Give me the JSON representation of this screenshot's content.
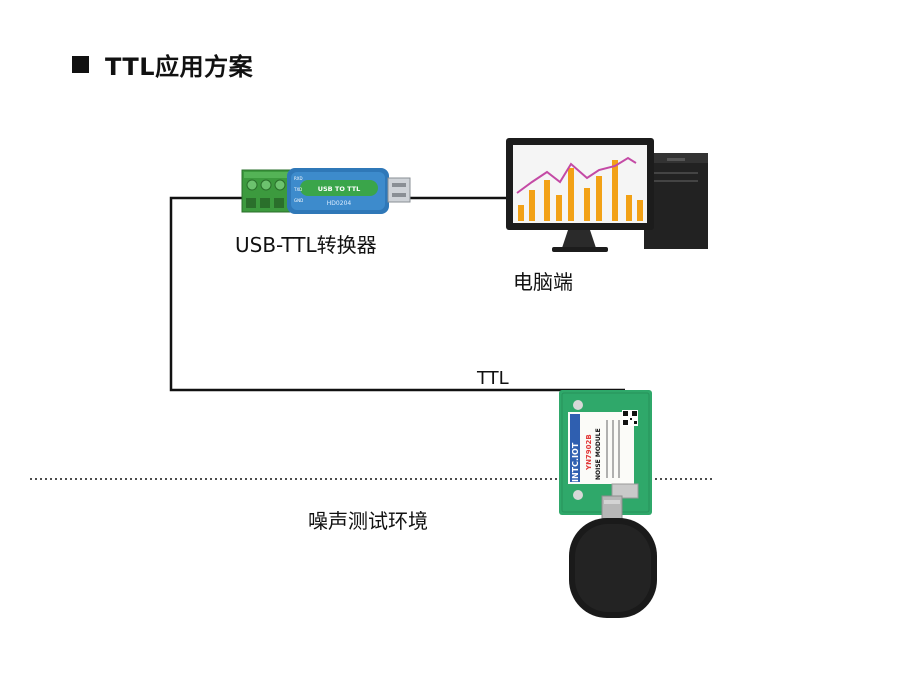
{
  "title": "TTL应用方案",
  "labels": {
    "converter": "USB-TTL转换器",
    "computer": "电脑端",
    "ttl": "TTL",
    "environment": "噪声测试环境"
  },
  "converter_device": {
    "top_text": "USB TO TTL",
    "bottom_text": "HD0204",
    "pin_labels": [
      "RXD",
      "TXD",
      "GND"
    ]
  },
  "sensor_module": {
    "brand": "INTC.IOT",
    "model": "YN7902B",
    "name": "NOISE MODULE"
  },
  "colors": {
    "line": "#111111",
    "converter_body": "#2f78b8",
    "terminal_green": "#3c9a3e",
    "pcb_green": "#2fa86a",
    "bar_orange": "#f2a116",
    "trend_line": "#c44aa5",
    "foam": "#1a1a1a"
  }
}
